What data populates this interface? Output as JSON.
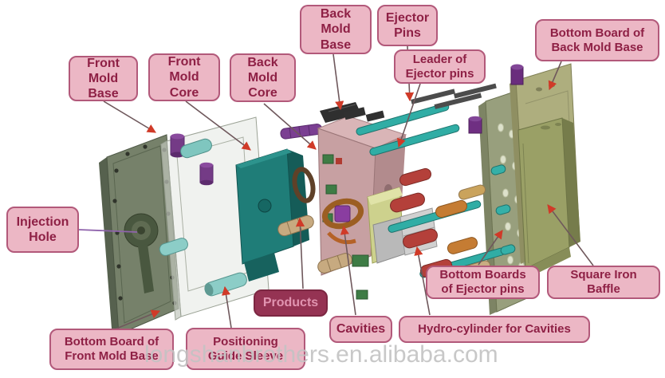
{
  "labels": {
    "front_mold_base": "Front\nMold\nBase",
    "front_mold_core": "Front\nMold\nCore",
    "back_mold_core": "Back\nMold\nCore",
    "back_mold_base": "Back\nMold\nBase",
    "ejector_pins": "Ejector\nPins",
    "leader_of_ejector_pins": "Leader of\nEjector pins",
    "bottom_board_of_back_mold_base": "Bottom Board of\nBack Mold Base",
    "injection_hole": "Injection\nHole",
    "bottom_board_of_front_mold_base": "Bottom Board of\nFront Mold Base",
    "positioning_guide_sleeve": "Positioning\nGuide Sleeve",
    "products": "Products",
    "cavities": "Cavities",
    "hydro_cylinder_for_cavities": "Hydro-cylinder for Cavities",
    "bottom_boards_of_ejector_pins": "Bottom Boards\nof Ejector pins",
    "square_iron_baffle": "Square Iron\nBaffle"
  },
  "watermark": {
    "text": "longshanbrothers.en.alibaba.com"
  },
  "colors": {
    "label_bg": "#ecb7c5",
    "label_border": "#b2597a",
    "label_text": "#8e2045",
    "products_bg": "#953353",
    "products_border": "#7c2742",
    "products_text": "#e194b0",
    "leader_line": "#6f585c",
    "arrowhead": "#d03a28",
    "injection_line": "#8f63ac",
    "watermark": "#c3c3c3"
  }
}
